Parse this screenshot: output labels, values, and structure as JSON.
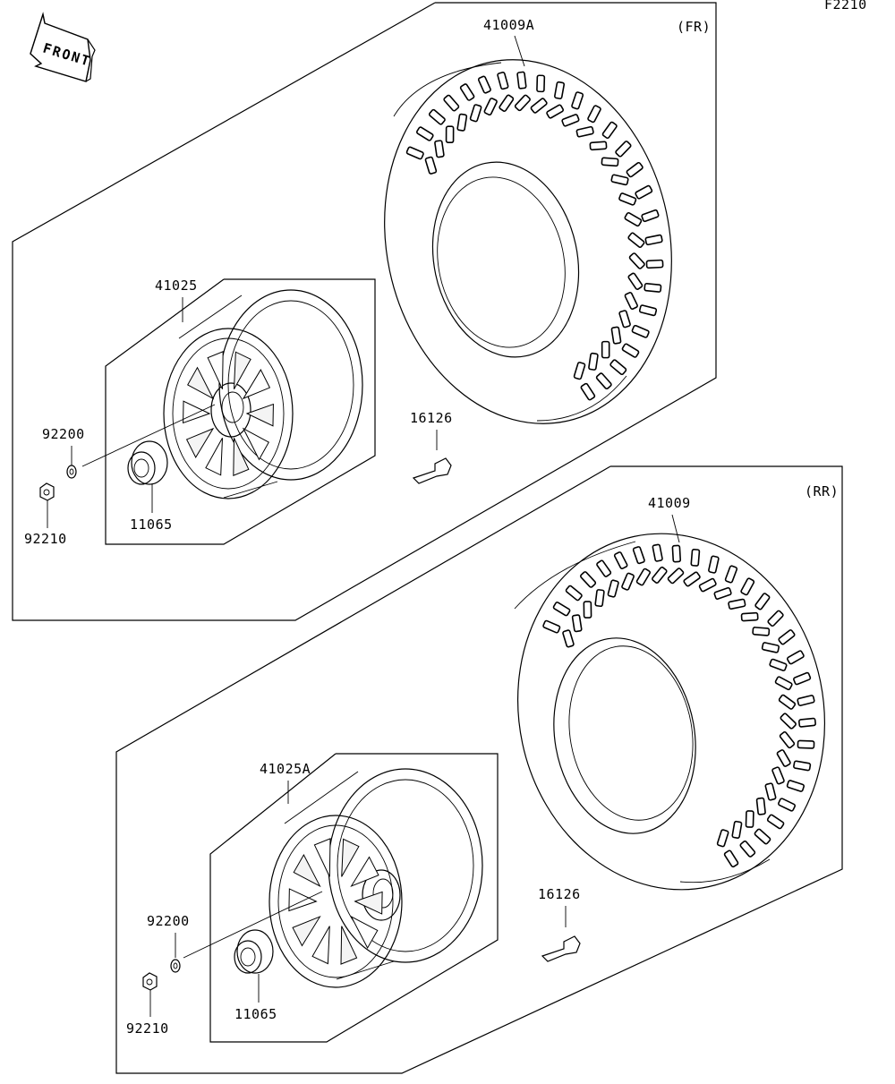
{
  "figure_code": "F2210",
  "direction_label": "FRONT",
  "groups": {
    "front": {
      "tag": "(FR)",
      "tire_part": "41009A",
      "wheel_part": "41025",
      "washer_part": "92200",
      "nut_part": "92210",
      "cap_part": "11065",
      "valve_part": "16126"
    },
    "rear": {
      "tag": "(RR)",
      "tire_part": "41009",
      "wheel_part": "41025A",
      "washer_part": "92200",
      "nut_part": "92210",
      "cap_part": "11065",
      "valve_part": "16126"
    }
  }
}
